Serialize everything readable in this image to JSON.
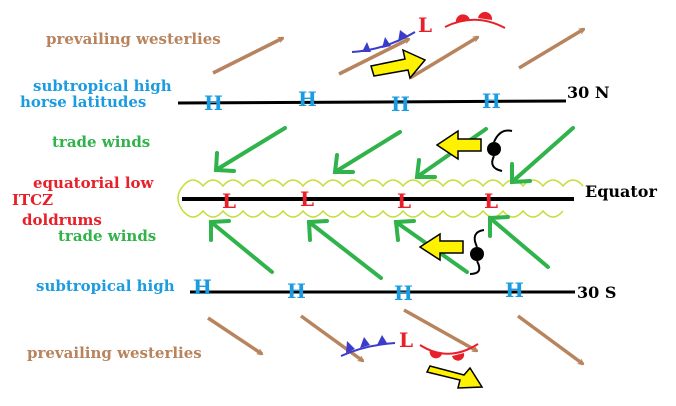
{
  "labels": {
    "prevailing_westerlies_north": "prevailing westerlies",
    "prevailing_westerlies_south": "prevailing westerlies",
    "subtropical_high_north": "subtropical high",
    "horse_latitudes": "horse latitudes",
    "trade_winds_north": "trade winds",
    "equatorial_low": "equatorial low",
    "itcz": "ITCZ",
    "doldrums": "doldrums",
    "trade_winds_south": "trade winds",
    "subtropical_high_south": "subtropical high",
    "lat_30n": "30 N",
    "equator": "Equator",
    "lat_30s": "30 S"
  },
  "pressure_centers": {
    "north_highs": [
      "H",
      "H",
      "H",
      "H"
    ],
    "equator_lows": [
      "L",
      "L",
      "L",
      "L"
    ],
    "south_highs": [
      "H",
      "H",
      "H",
      "H"
    ],
    "front_low_north": "L",
    "front_low_south": "L"
  },
  "colors": {
    "westerlies": "#b8845d",
    "trades": "#2fb34a",
    "high": "#1b9be0",
    "low": "#e8202a",
    "cloud": "#c8dc3a",
    "yellow_arrow": "#fff200",
    "cold_front": "#3b3bcc",
    "warm_front": "#e8202a",
    "line": "#000000"
  },
  "icons": [
    "cold-front-icon",
    "warm-front-icon",
    "hurricane-icon",
    "storm-motion-arrow-icon"
  ]
}
